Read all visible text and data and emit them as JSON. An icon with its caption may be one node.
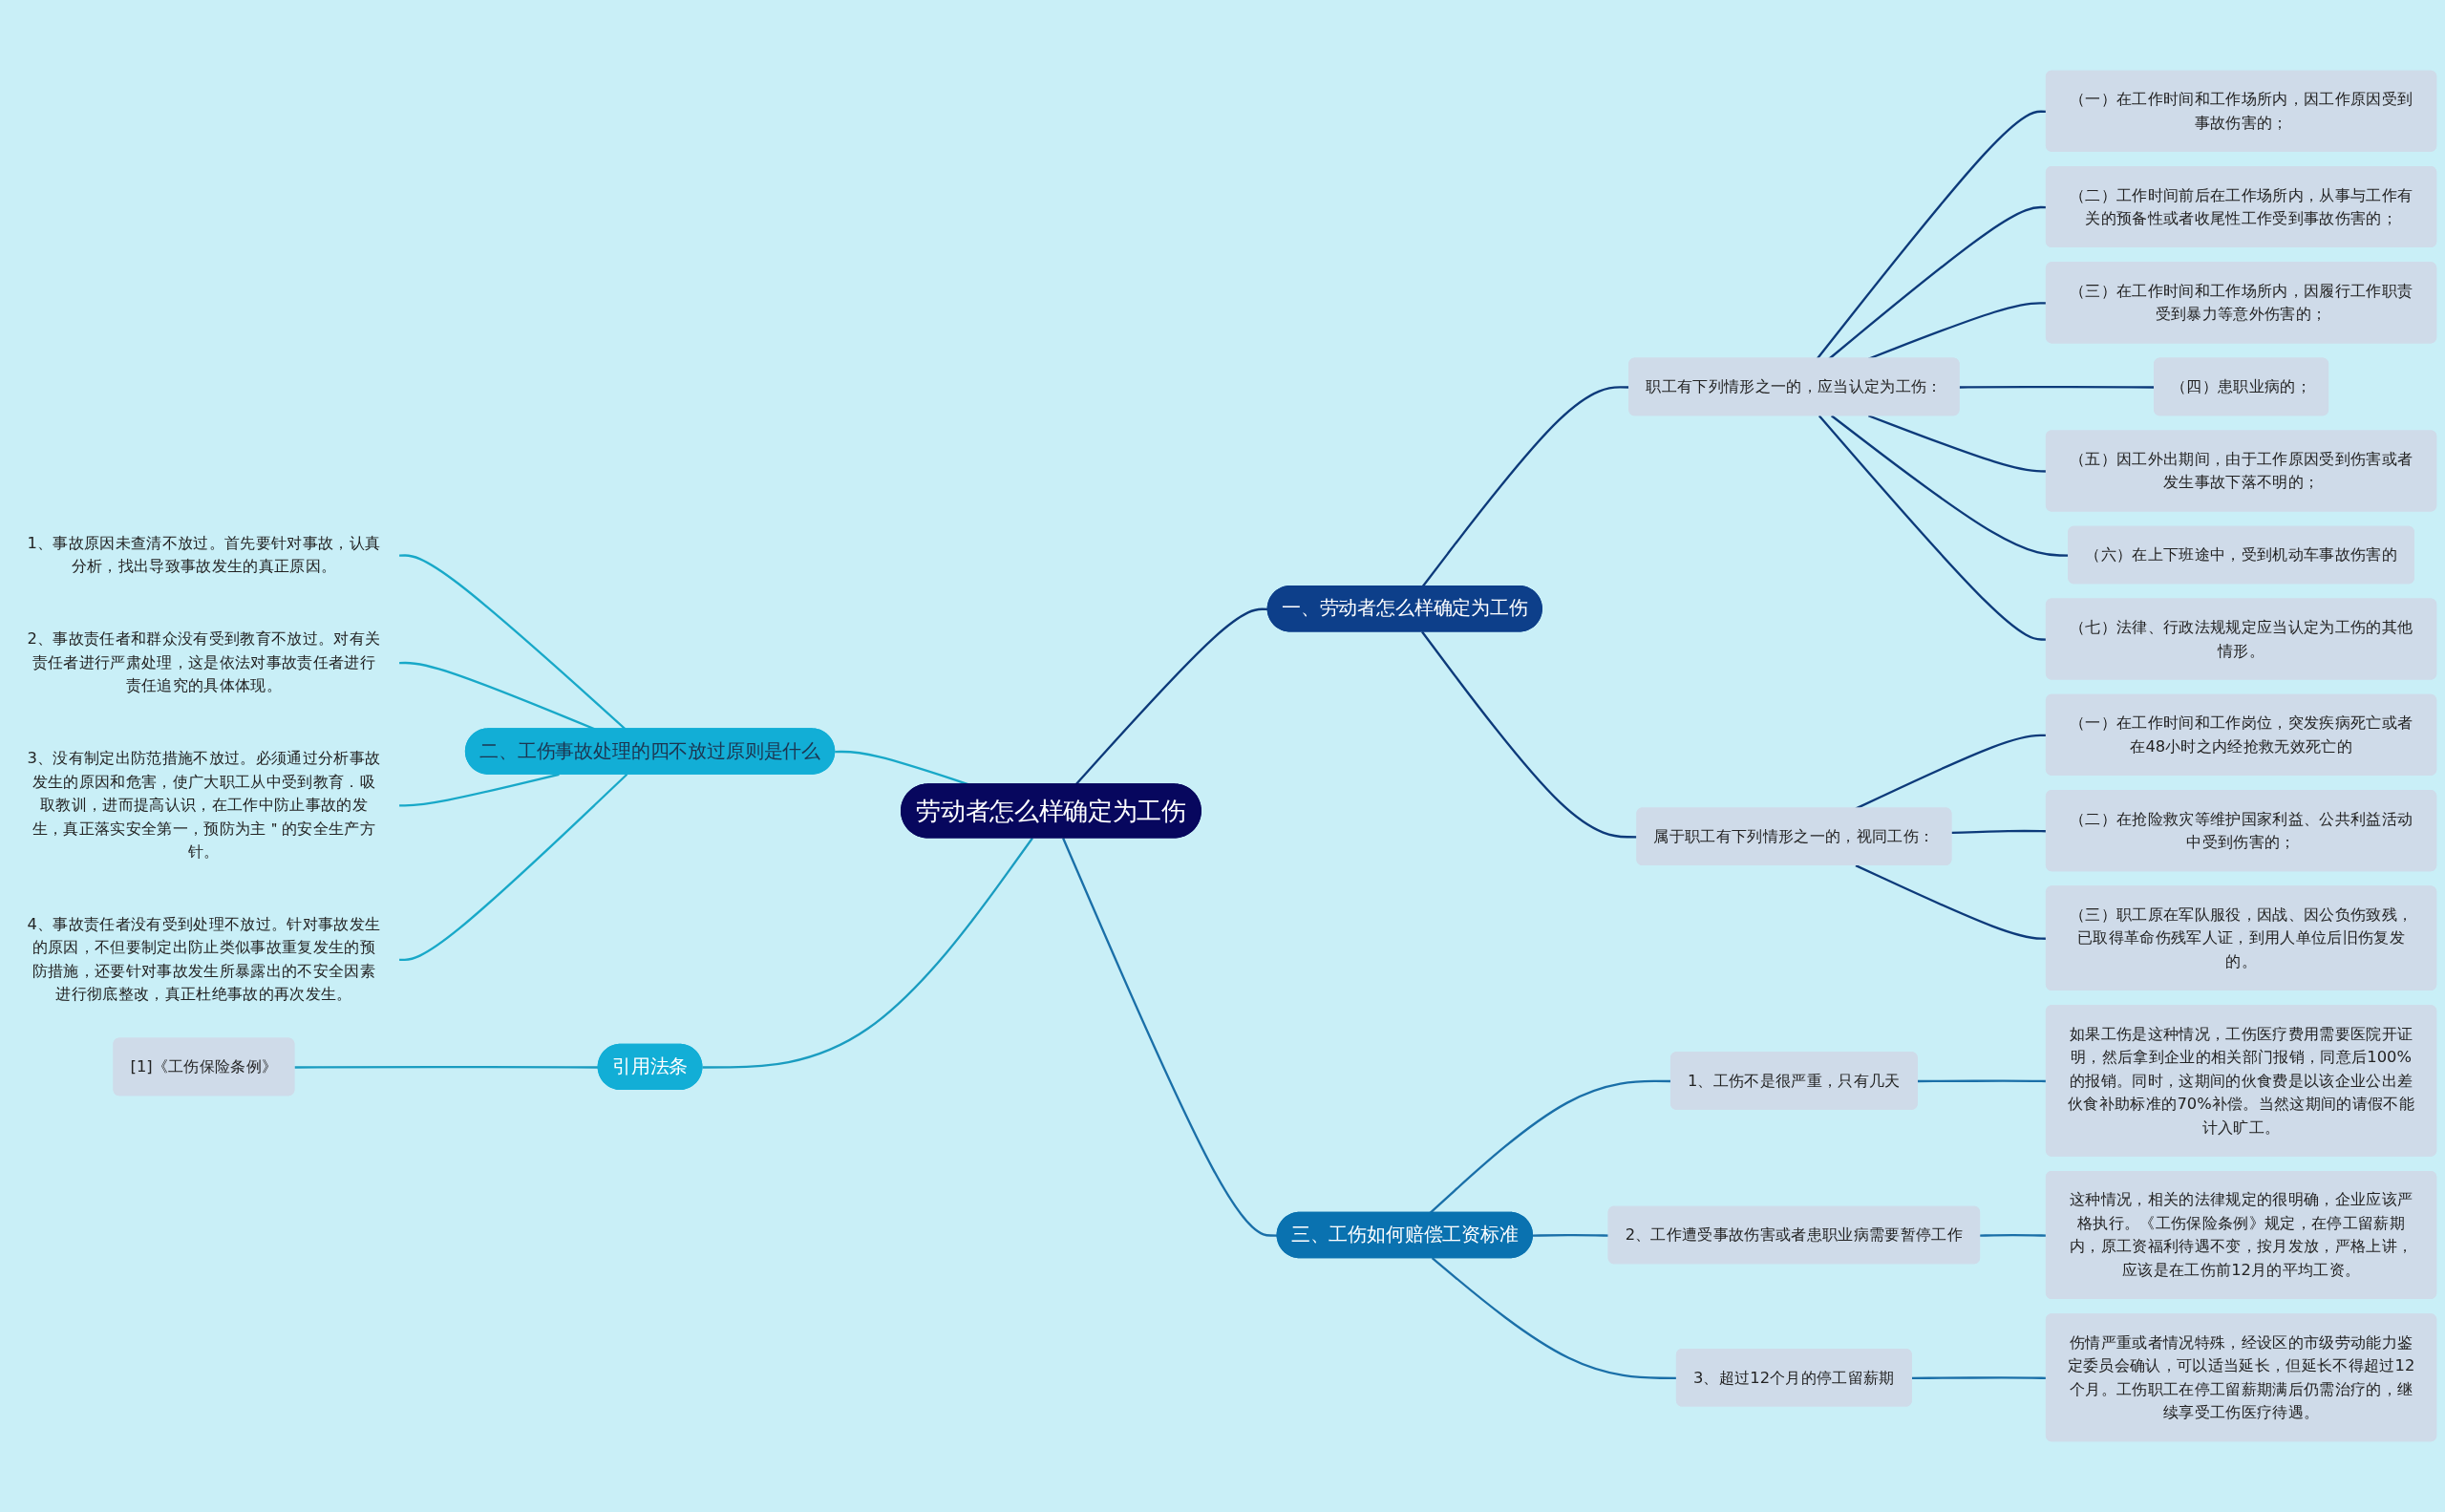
{
  "diagram": {
    "nodes": [
      {
        "text": [
          "劳动者怎么样确定为工伤"
        ]
      },
      {
        "text": [
          "一、劳动者怎么样确定为工伤"
        ]
      },
      {
        "text": [
          "职工有下列情形之一的，应当认定为工伤："
        ]
      },
      {
        "text": [
          "（一）在工作时间和工作场所内，因工作原因受到事故伤害的；"
        ]
      },
      {
        "text": [
          "（二）工作时间前后在工作场所内，从事与工作有关的预备性或者收尾性工作受到事故伤害的；"
        ]
      },
      {
        "text": [
          "（三）在工作时间和工作场所内，因履行工作职责受到暴力等意外伤害的；"
        ]
      },
      {
        "text": [
          "（四）患职业病的；"
        ]
      },
      {
        "text": [
          "（五）因工外出期间，由于工作原因受到伤害或者发生事故下落不明的；"
        ]
      },
      {
        "text": [
          "（六）在上下班途中，受到机动车事故伤害的"
        ]
      },
      {
        "text": [
          "（七）法律、行政法规规定应当认定为工伤的其他情形。"
        ]
      },
      {
        "text": [
          "属于职工有下列情形之一的，视同工伤："
        ]
      },
      {
        "text": [
          "（一）在工作时间和工作岗位，突发疾病死亡或者在48小时之内经抢救无效死亡的"
        ]
      },
      {
        "text": [
          "（二）在抢险救灾等维护国家利益、公共利益活动中受到伤害的；"
        ]
      },
      {
        "text": [
          "（三）职工原在军队服役，因战、因公负伤致残，已取得革命伤残军人证，到用人单位后旧伤复发的。"
        ]
      },
      {
        "text": [
          "三、工伤如何赔偿工资标准"
        ]
      },
      {
        "text": [
          "1、工伤不是很严重，只有几天"
        ]
      },
      {
        "text": [
          "如果工伤是这种情况，工伤医疗费用需要医院开证明，然后拿到企业的相关部门报销，同意后100%的报销。同时，这期间的伙食费是以该企业公出差伙食补助标准的70%补偿。当然这期间的请假不能计入旷工。"
        ]
      },
      {
        "text": [
          "2、工作遭受事故伤害或者患职业病需要暂停工作"
        ]
      },
      {
        "text": [
          "这种情况，相关的法律规定的很明确，企业应该严格执行。《工伤保险条例》规定，在停工留薪期内，原工资福利待遇不变，按月发放，严格上讲，应该是在工伤前12月的平均工资。"
        ]
      },
      {
        "text": [
          "3、超过12个月的停工留薪期"
        ]
      },
      {
        "text": [
          "伤情严重或者情况特殊，经设区的市级劳动能力鉴定委员会确认，可以适当延长，但延长不得超过12个月。工伤职工在停工留薪期满后仍需治疗的，继续享受工伤医疗待遇。"
        ]
      },
      {
        "text": [
          "二、工伤事故处理的四不放过原则是什么"
        ]
      },
      {
        "text": [
          "1、事故原因未查清不放过。首先要针对事故，认真分析，找出导致事故发生的真正原因。"
        ]
      },
      {
        "text": [
          "2、事故责任者和群众没有受到教育不放过。对有关责任者进行严肃处理，这是依法对事故责任者进行责任追究的具体体现。"
        ]
      },
      {
        "text": [
          "3、没有制定出防范措施不放过。必须通过分析事故发生的原因和危害，使广大职工从中受到教育．吸取教训，进而提高认识，在工作中防止事故的发生，真正落实安全第一，预防为主＂的安全生产方针。"
        ]
      },
      {
        "text": [
          "4、事故责任者没有受到处理不放过。针对事故发生的原因，不但要制定出防止类似事故重复发生的预防措施，还要针对事故发生所暴露出的不安全因素进行彻底整改，真正杜绝事故的再次发生。"
        ]
      },
      {
        "text": [
          "引用法条"
        ]
      },
      {
        "text": [
          "[1]《工伤保险条例》"
        ]
      }
    ],
    "edges": [
      {
        "from": 0,
        "to": 1,
        "arrow": "none"
      },
      {
        "from": 1,
        "to": 2,
        "arrow": "none"
      },
      {
        "from": 2,
        "to": 3,
        "arrow": "none"
      },
      {
        "from": 2,
        "to": 4,
        "arrow": "none"
      },
      {
        "from": 2,
        "to": 5,
        "arrow": "none"
      },
      {
        "from": 2,
        "to": 6,
        "arrow": "none"
      },
      {
        "from": 2,
        "to": 7,
        "arrow": "none"
      },
      {
        "from": 2,
        "to": 8,
        "arrow": "none"
      },
      {
        "from": 2,
        "to": 9,
        "arrow": "none"
      },
      {
        "from": 1,
        "to": 10,
        "arrow": "none"
      },
      {
        "from": 10,
        "to": 11,
        "arrow": "none"
      },
      {
        "from": 10,
        "to": 12,
        "arrow": "none"
      },
      {
        "from": 10,
        "to": 13,
        "arrow": "none"
      },
      {
        "from": 0,
        "to": 14,
        "arrow": "none",
        "color": "#1a6fa8"
      },
      {
        "from": 14,
        "to": 15,
        "arrow": "none",
        "color": "#1a6fa8"
      },
      {
        "from": 15,
        "to": 16,
        "arrow": "none",
        "color": "#1a6fa8"
      },
      {
        "from": 14,
        "to": 17,
        "arrow": "none",
        "color": "#1a6fa8"
      },
      {
        "from": 17,
        "to": 18,
        "arrow": "none",
        "color": "#1a6fa8"
      },
      {
        "from": 14,
        "to": 19,
        "arrow": "none",
        "color": "#1a6fa8"
      },
      {
        "from": 19,
        "to": 20,
        "arrow": "none",
        "color": "#1a6fa8"
      },
      {
        "from": 0,
        "to": 21,
        "arrow": "none",
        "color": "#18a8c8"
      },
      {
        "from": 21,
        "to": 22,
        "arrow": "none",
        "color": "#18a8c8"
      },
      {
        "from": 21,
        "to": 23,
        "arrow": "none",
        "color": "#18a8c8"
      },
      {
        "from": 21,
        "to": 24,
        "arrow": "none",
        "color": "#18a8c8"
      },
      {
        "from": 21,
        "to": 25,
        "arrow": "none",
        "color": "#18a8c8"
      },
      {
        "from": 0,
        "to": 26,
        "arrow": "none",
        "color": "#1a9cc0"
      },
      {
        "from": 26,
        "to": 27,
        "arrow": "none",
        "color": "#1a9cc0"
      }
    ]
  }
}
